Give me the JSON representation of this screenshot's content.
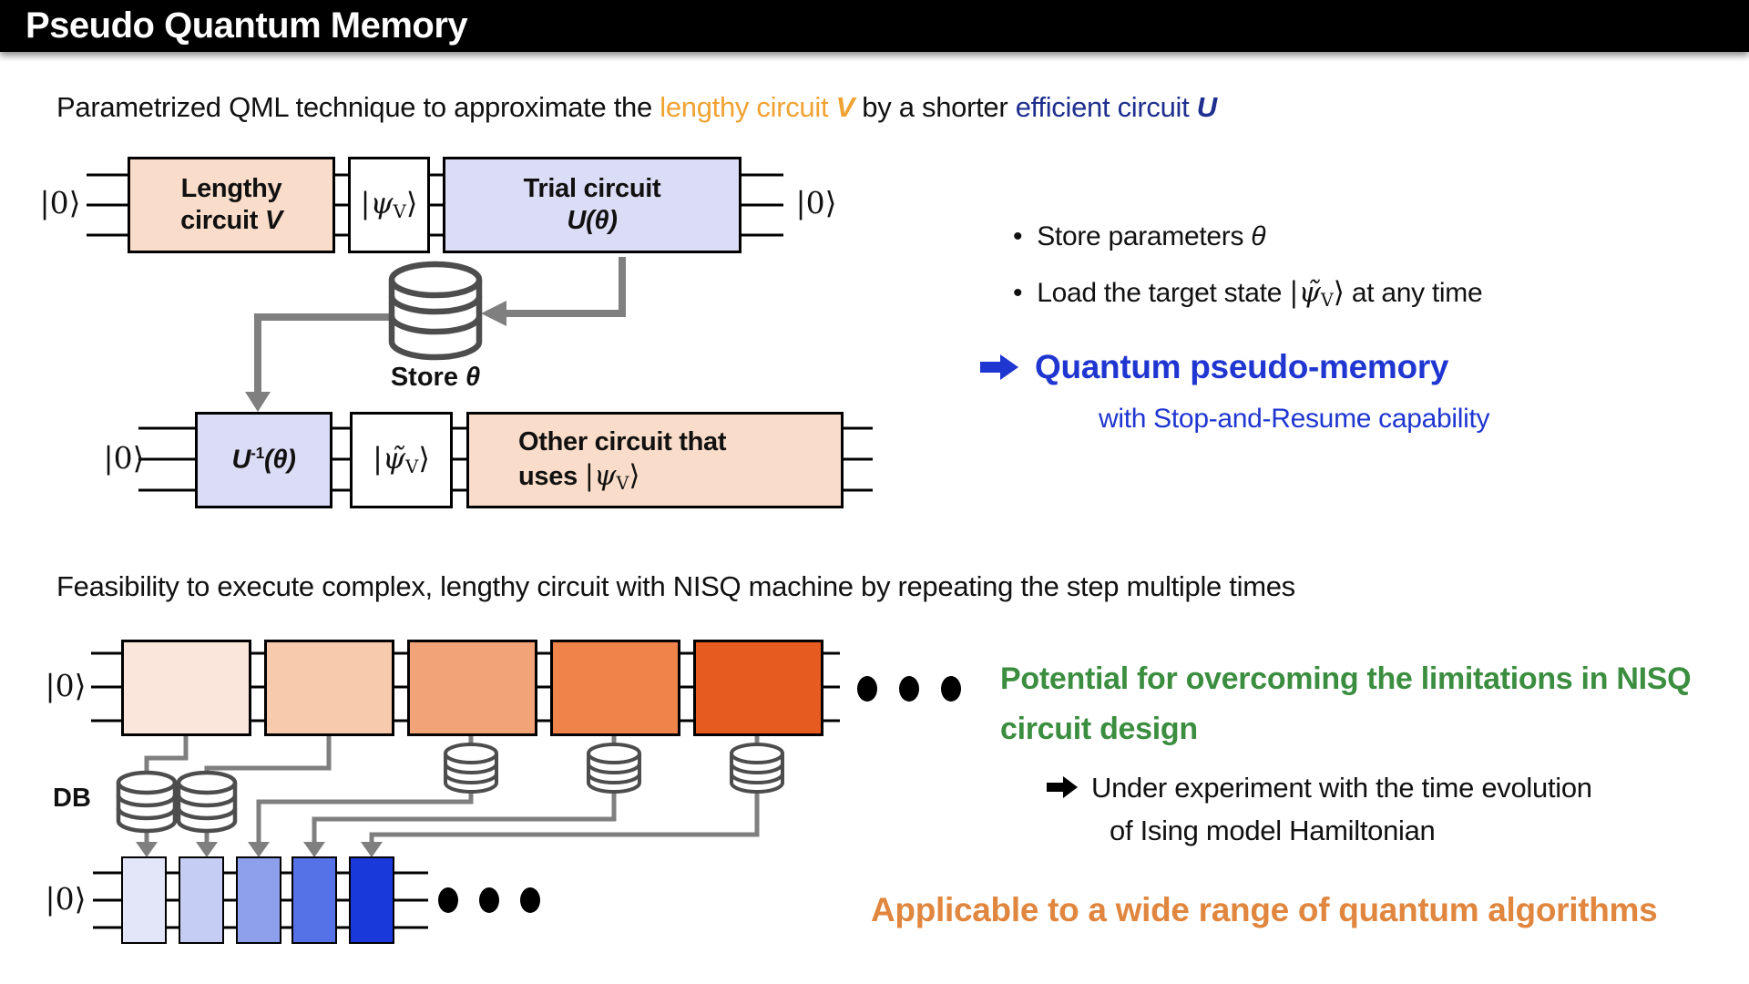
{
  "title": "Pseudo Quantum Memory",
  "subtitle": {
    "part1": "Parametrized QML technique to approximate the ",
    "highlight_orange": "lengthy circuit ",
    "highlight_orange_var": "V",
    "part2": " by a shorter ",
    "highlight_blue": "efficient circuit ",
    "highlight_blue_var": "U"
  },
  "colors": {
    "accent_orange": "#F0A232",
    "accent_navy": "#1E2F8F",
    "accent_blue": "#1F36D1",
    "accent_green": "#3B8E3F",
    "accent_text_orange": "#E0863E",
    "box_peach": "#F9DCC9",
    "box_lavender": "#DBDCF5",
    "arrow_gray": "#7F7F7F"
  },
  "diagram1": {
    "ket_zero": "|0⟩",
    "lengthy_box": {
      "line1": "Lengthy",
      "line2": "circuit ",
      "var": "V"
    },
    "psi_state": {
      "bar": "|",
      "psi": "ψ",
      "sub": "V",
      "close": "⟩"
    },
    "trial_box": {
      "line1": "Trial circuit",
      "line2": "U(θ)"
    },
    "store_label": {
      "text": "Store ",
      "var": "θ"
    },
    "uinv_box": {
      "u": "U",
      "sup": "-1",
      "rest": "(θ)"
    },
    "psi_tilde_state": {
      "bar": "|",
      "psi": "ψ̃",
      "sub": "V",
      "close": "⟩"
    },
    "other_box": {
      "line1": "Other circuit that",
      "line2": "uses "
    }
  },
  "right_top": {
    "bullet": "•",
    "bullet1": {
      "text": "Store parameters ",
      "var": "θ"
    },
    "bullet2": {
      "prefix": "Load the target state ",
      "suffix": " at any time"
    },
    "memory_title": "Quantum pseudo-memory",
    "memory_subtitle": "with Stop-and-Resume capability"
  },
  "feasibility_text": "Feasibility to execute complex, lengthy circuit with NISQ machine by repeating the step multiple times",
  "diagram2": {
    "ket_zero": "|0⟩",
    "db_label": "DB",
    "orange_steps": [
      "#FBE6DB",
      "#F7C9AD",
      "#F2A478",
      "#EE8449",
      "#E65C20"
    ],
    "blue_steps": [
      "#E3E6F8",
      "#C6CDF4",
      "#8EA0EC",
      "#5572E6",
      "#1A39DA"
    ]
  },
  "right_bottom": {
    "green_heading": "Potential for overcoming the limitations in NISQ circuit design",
    "experiment_line1": "Under experiment with the time evolution",
    "experiment_line2": "of Ising model Hamiltonian",
    "applicable_text": "Applicable to a wide range of quantum algorithms"
  }
}
